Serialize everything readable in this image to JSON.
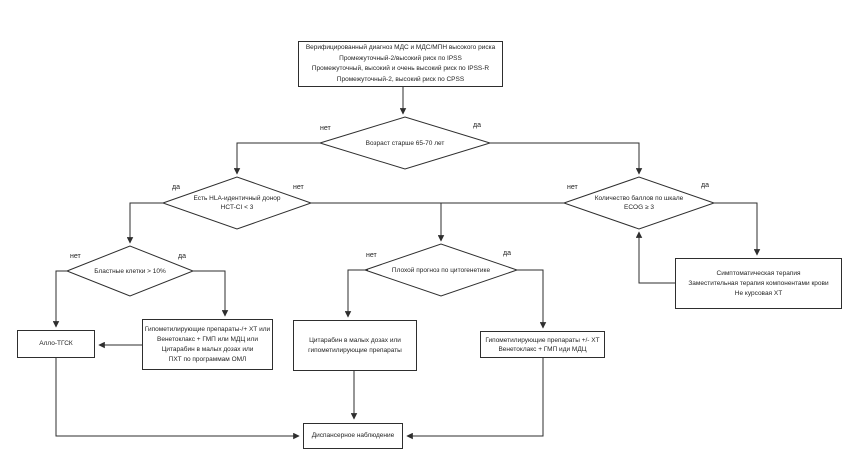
{
  "diagram": {
    "kind": "flowchart",
    "colors": {
      "line": "#2e2e2e",
      "background": "#ffffff",
      "text": "#1f1f1f"
    },
    "nodes": {
      "diagnosis": {
        "text": "Верифицированный диагноз МДС и МДС/МПН высокого риска\nПромежуточный-2/высокий риск по IPSS\nПромежуточный, высокий и очень высокий риск по IPSS-R\nПромежуточный-2, высокий  риск по CPSS"
      },
      "age": {
        "text": "Возраст старше 65-70 лет"
      },
      "hla": {
        "text": "Есть HLA-идентичный донор\nHCT-CI < 3"
      },
      "ecog": {
        "text": "Количество баллов по шкале\nECOG ≥ 3"
      },
      "blast": {
        "text": "Бластные клетки > 10%"
      },
      "cyto": {
        "text": "Плохой прогноз по цитогенетике"
      },
      "allo": {
        "text": "Алло-ТГСК"
      },
      "hma_combo": {
        "text": "Гипометилирующие препараты-/+ ХТ или\nВенетоклакс + ГМП или МДЦ или\nЦитарабин в малых дозах  или\nПХТ по программам ОМЛ"
      },
      "cytarabine": {
        "text": "Цитарабин в малых дозах  или\nгипометилирующие препараты"
      },
      "hma_xt": {
        "text": "Гипометилирующие препараты +/- ХТ\nВенетоклакс + ГМП иди МДЦ"
      },
      "sympt": {
        "text": "Симптоматическая терапия\nЗаместительная терапия компонентами крови\nНе курсовая ХТ"
      },
      "dispensary": {
        "text": "Диспансерное наблюдение"
      }
    },
    "edge_labels": {
      "age_no": "нет",
      "age_yes": "да",
      "hla_yes": "да",
      "hla_no": "нет",
      "ecog_no": "нет",
      "ecog_yes": "да",
      "blast_no": "нет",
      "blast_yes": "да",
      "cyto_no": "нет",
      "cyto_yes": "да"
    }
  }
}
